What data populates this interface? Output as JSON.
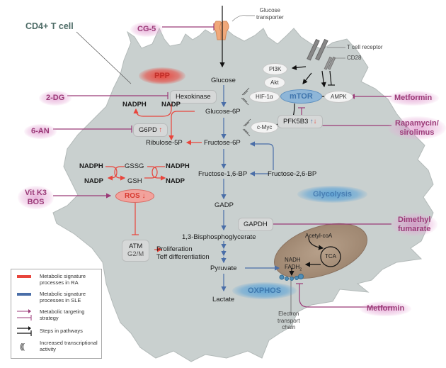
{
  "title": "CD4+ T cell",
  "membrane": {
    "glucose_transporter": "Glucose\ntransporter",
    "t_cell_receptor": "T cell receptor",
    "cd28": "CD28"
  },
  "regions": {
    "ppp": "PPP",
    "glycolysis": "Glycolysis",
    "oxphos": "OXPHOS"
  },
  "glycolysis_steps": [
    "Glucose",
    "Glucose-6P",
    "Fructose-6P",
    "Fructose-1,6-BP",
    "GADP",
    "1,3-Bisphosphoglycerate",
    "Pyruvate",
    "Lactate"
  ],
  "side_metabolites": {
    "fructose_26bp": "Fructose-2,6-BP",
    "ribulose_5p": "Ribulose-5P"
  },
  "enzymes": {
    "hexokinase": "Hexokinase",
    "g6pd": "G6PD",
    "g6pd_arrow": "↑",
    "pfk5b3": "PFK5B3",
    "pfk5b3_up": "↑",
    "pfk5b3_down": "↓",
    "gapdh": "GAPDH",
    "atm": "ATM",
    "g2m": "G2/M"
  },
  "signaling": {
    "pi3k": "PI3K",
    "akt": "Akt",
    "mtor": "mTOR",
    "ampk": "AMPK",
    "hif1a": "HIF-1α",
    "cmyc": "c-Myc"
  },
  "redox": {
    "nadph_top": "NADPH",
    "nadp_top": "NADP",
    "nadph_left": "NADPH",
    "gssg": "GSSG",
    "nadph_right": "NADPH",
    "nadp_left": "NADP",
    "gsh": "GSH",
    "nadp_right": "NADP",
    "ros": "ROS",
    "ros_arrow": "↓"
  },
  "outcomes": {
    "proliferation": "Proliferation",
    "teff": "Teff differentiation"
  },
  "mitochondrion": {
    "acetyl_coa": "Acetyl-coA",
    "tca": "TCA",
    "nadh": "NADH",
    "fadh": "FADH",
    "fadh_sub": "2",
    "etc": "Electron\ntransport\nchain"
  },
  "drugs": {
    "cg5": "CG-5",
    "twodg": "2-DG",
    "sixan": "6-AN",
    "vitk3": "Vit K3\nBOS",
    "metformin_top": "Metformin",
    "rapamycin": "Rapamycin/\nsirolimus",
    "dmf": "Dimethyl\nfumarate",
    "metformin_bottom": "Metformin"
  },
  "legend": [
    {
      "icon": "red-bar",
      "text": "Metabolic signature processes in RA"
    },
    {
      "icon": "blue-bar",
      "text": "Metabolic signature processes in SLE"
    },
    {
      "icon": "targeting-arrows",
      "text": "Metabolic targeting strategy"
    },
    {
      "icon": "pathway-arrows",
      "text": "Steps in pathways"
    },
    {
      "icon": "transcription-waves",
      "text": "Increased transcriptional activity"
    }
  ],
  "colors": {
    "ra_red": "#e8453c",
    "sle_blue": "#4a6ea8",
    "drug_magenta": "#9b3a78",
    "cell_gray": "#c9d0cf",
    "mito_brown": "#a58b74"
  }
}
